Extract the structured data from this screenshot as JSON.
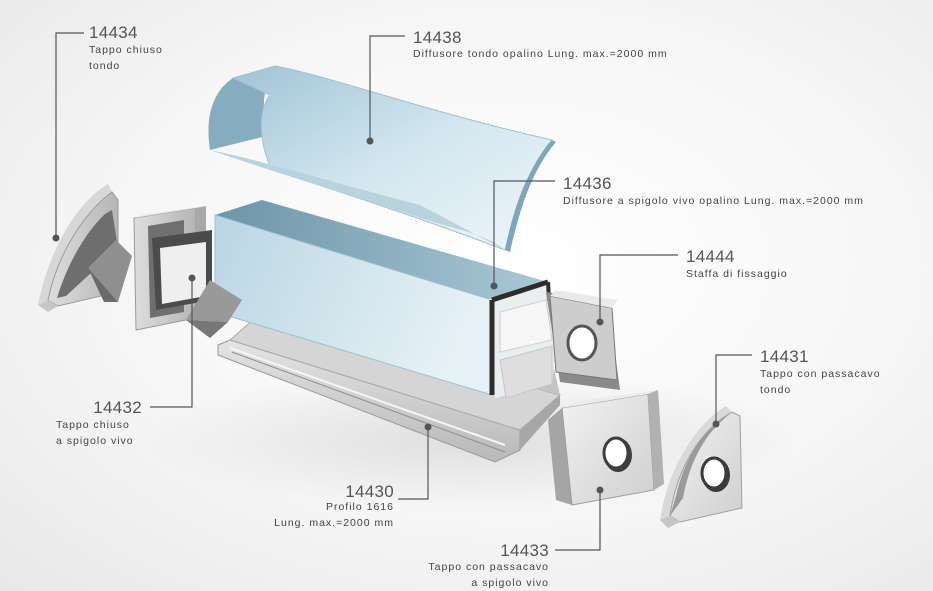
{
  "labels": [
    {
      "code": "14434",
      "lines": [
        "Tappo chiuso",
        "tondo"
      ]
    },
    {
      "code": "14438",
      "lines": [
        "Diffusore tondo opalino Lung. max.=2000 mm"
      ]
    },
    {
      "code": "14436",
      "lines": [
        "Diffusore a spigolo vivo opalino Lung. max.=2000 mm"
      ]
    },
    {
      "code": "14444",
      "lines": [
        "Staffa di fissaggio"
      ]
    },
    {
      "code": "14431",
      "lines": [
        "Tappo con passacavo",
        "tondo"
      ]
    },
    {
      "code": "14432",
      "lines": [
        "Tappo chiuso",
        "a spigolo vivo"
      ]
    },
    {
      "code": "14430",
      "lines": [
        "Profilo 1616",
        "Lung. max.=2000 mm"
      ]
    },
    {
      "code": "14433",
      "lines": [
        "Tappo con passacavo",
        "a spigolo vivo"
      ]
    }
  ]
}
